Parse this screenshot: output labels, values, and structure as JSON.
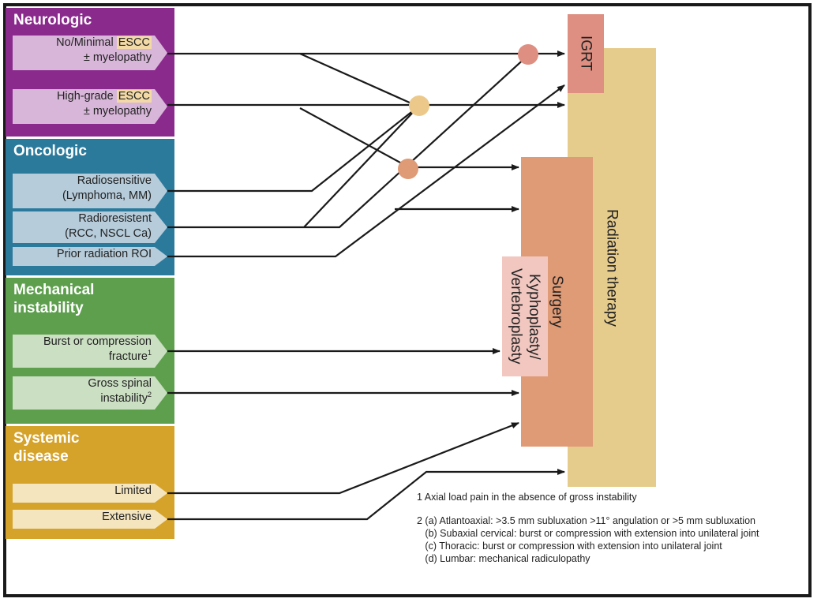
{
  "sections": {
    "neurologic": {
      "title": "Neurologic",
      "items": [
        {
          "line1_pre": "No/Minimal ",
          "line1_hl": "ESCC",
          "line2": "± myelopathy"
        },
        {
          "line1_pre": "High-grade ",
          "line1_hl": "ESCC",
          "line2": "± myelopathy"
        }
      ]
    },
    "oncologic": {
      "title": "Oncologic",
      "items": [
        {
          "line1": "Radiosensitive",
          "line2": "(Lymphoma, MM)"
        },
        {
          "line1": "Radioresistent",
          "line2": "(RCC, NSCL Ca)"
        },
        {
          "line1": "Prior radiation ROI"
        }
      ]
    },
    "mechanical": {
      "title": "Mechanical\ninstability",
      "items": [
        {
          "line1": "Burst or compression",
          "line2": "fracture",
          "sup": "1"
        },
        {
          "line1": "Gross spinal",
          "line2": "instability",
          "sup": "2"
        }
      ]
    },
    "systemic": {
      "title": "Systemic\ndisease",
      "items": [
        {
          "line1": "Limited"
        },
        {
          "line1": "Extensive"
        }
      ]
    }
  },
  "treatments": {
    "igrt": "IGRT",
    "radiation_therapy": "Radiation therapy",
    "surgery": "Surgery",
    "kyphoplasty": "Kyphoplasty/\nVertebroplasty"
  },
  "footnotes": {
    "n1": "1 Axial load pain in the absence of gross instability",
    "n2a": "2 (a) Atlantoaxial: >3.5 mm subluxation >11° angulation or >5 mm subluxation",
    "n2b": "   (b) Subaxial cervical: burst or compression with extension into unilateral joint",
    "n2c": "   (c) Thoracic: burst or compression with extension into unilateral joint",
    "n2d": "   (d) Lumbar: mechanical radiculopathy"
  },
  "colors": {
    "neurologic": "#8a2a8c",
    "oncologic": "#2b7a9c",
    "mechanical": "#5e9f4e",
    "systemic": "#d6a32a",
    "igrt": "#de8f82",
    "radiation_therapy": "#e6cc8c",
    "surgery": "#df9a76",
    "kyphoplasty": "#f1c7c0",
    "junction_red": "#de8f82",
    "junction_yellow": "#ecc98a",
    "junction_orange": "#df9a76"
  }
}
